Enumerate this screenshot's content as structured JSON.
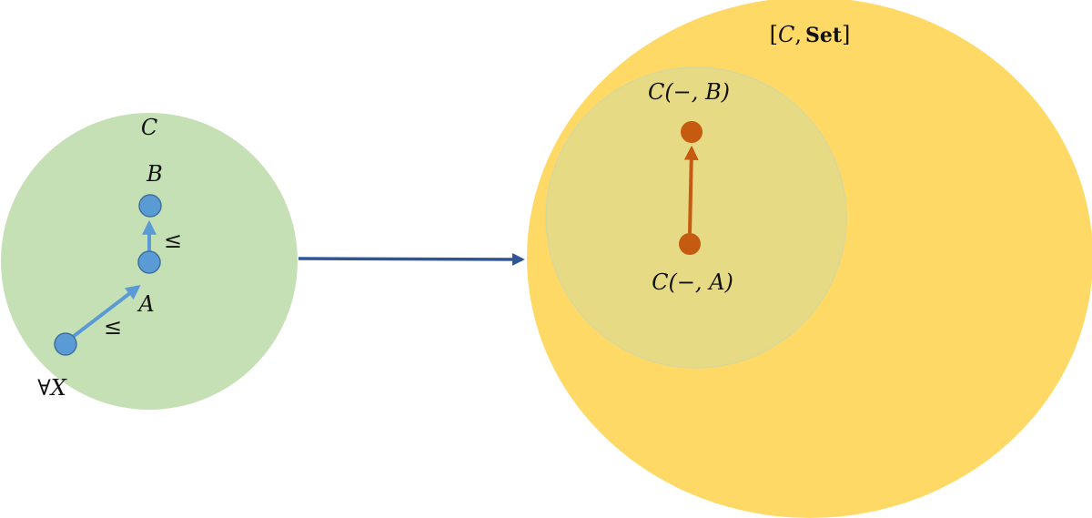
{
  "left_category": {
    "label": "C",
    "objects": {
      "b_label": "B",
      "a_label": "A",
      "x_label": "∀X"
    },
    "relations": {
      "upper_leq": "≤",
      "lower_leq": "≤"
    }
  },
  "right_category": {
    "label_open": "[",
    "label_c": "C",
    "label_comma": ",",
    "label_set": "Set",
    "label_close": "]",
    "objects": {
      "rep_b": "C(−, B)",
      "rep_a": "C(−, A)"
    }
  },
  "colors": {
    "left_circle": "#c5e0b4",
    "left_nodes": "#5b9bd5",
    "left_arrows": "#5b9bd5",
    "functor_arrow": "#2f5597",
    "big_ellipse": "#ffd966",
    "inner_circle": "#e7da84",
    "right_nodes": "#c55a11",
    "right_arrow": "#c55a11"
  }
}
